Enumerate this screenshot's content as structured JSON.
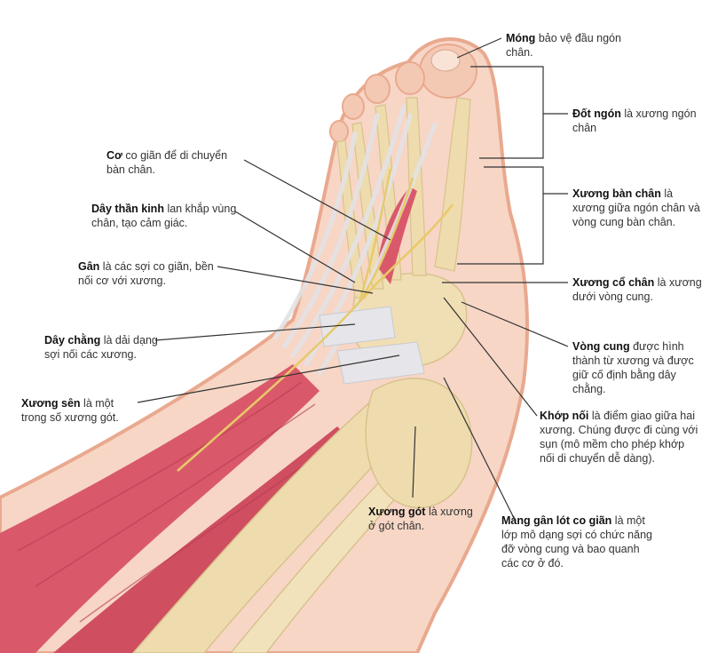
{
  "colors": {
    "skin": "#f4c9b4",
    "skin_outline": "#e9a98f",
    "muscle": "#d9596a",
    "bone": "#efdcae",
    "tendon": "#e2e2e6",
    "nerve": "#e8c96a",
    "leader": "#333333"
  },
  "labels": {
    "mong": {
      "term": "Móng",
      "desc": "bảo vệ đầu ngón chân."
    },
    "dot_ngon": {
      "term": "Đốt ngón",
      "desc": "là xương ngón chân"
    },
    "xuong_ban_chan": {
      "term": "Xương bàn chân",
      "desc": "là xương giữa ngón chân và vòng cung bàn chân."
    },
    "xuong_co_chan": {
      "term": "Xương cổ chân",
      "desc": "là xương dưới vòng cung."
    },
    "vong_cung": {
      "term": "Vòng cung",
      "desc": "được hình thành từ xương và được giữ cố định bằng dây chằng."
    },
    "khop_noi": {
      "term": "Khớp nối",
      "desc": "là điểm giao giữa hai xương. Chúng được đi cùng với sụn (mô mềm cho phép khớp nối di chuyển dễ dàng)."
    },
    "mang_gan": {
      "term": "Màng gân lót co giãn",
      "desc": "là một lớp mô dạng sợi có chức năng đỡ vòng cung và bao quanh các cơ ở đó."
    },
    "xuong_got": {
      "term": "Xương gót",
      "desc": "là xương ở gót chân."
    },
    "co": {
      "term": "Cơ",
      "desc": "co giãn để di chuyển bàn chân."
    },
    "day_than_kinh": {
      "term": "Dây thần kinh",
      "desc": "lan khắp vùng chân, tạo cảm giác."
    },
    "gan": {
      "term": "Gân",
      "desc": "là các sợi co giãn, bền nối cơ với xương."
    },
    "day_chang": {
      "term": "Dây chằng",
      "desc": "là dải dạng sợi nối các xương."
    },
    "xuong_sen": {
      "term": "Xương sên",
      "desc": "là một trong số xương gót."
    }
  }
}
